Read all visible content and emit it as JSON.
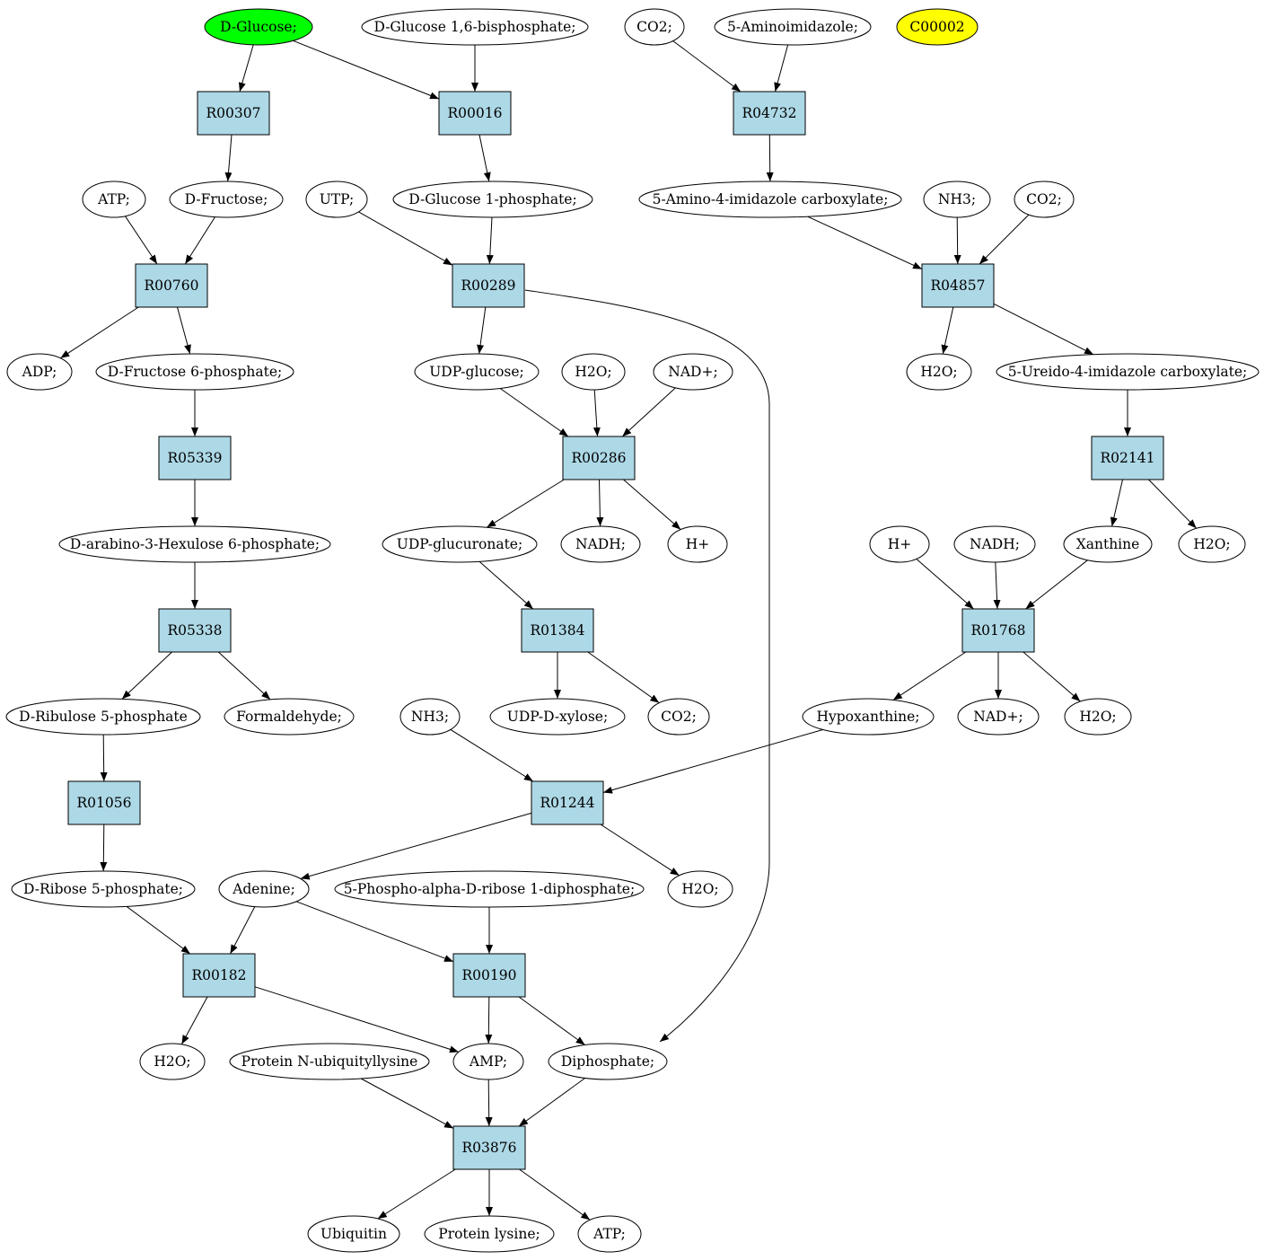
{
  "colors": {
    "reaction_fill": "#add8e6",
    "compound_fill": "#ffffff",
    "highlight_green": "#00ff00",
    "highlight_yellow": "#ffff00",
    "stroke": "#000000"
  },
  "compounds": [
    {
      "id": "c_glucose",
      "label": "D-Glucose;",
      "fill": "green"
    },
    {
      "id": "c_g16bp",
      "label": "D-Glucose 1,6-bisphosphate;"
    },
    {
      "id": "c_co2_top",
      "label": "CO2;"
    },
    {
      "id": "c_aminoimid",
      "label": "5-Aminoimidazole;"
    },
    {
      "id": "c_c00002",
      "label": "C00002",
      "fill": "yellow"
    },
    {
      "id": "c_atp1",
      "label": "ATP;"
    },
    {
      "id": "c_fructose",
      "label": "D-Fructose;"
    },
    {
      "id": "c_utp",
      "label": "UTP;"
    },
    {
      "id": "c_g1p",
      "label": "D-Glucose 1-phosphate;"
    },
    {
      "id": "c_aica",
      "label": "5-Amino-4-imidazole carboxylate;"
    },
    {
      "id": "c_nh3_1",
      "label": "NH3;"
    },
    {
      "id": "c_co2_2",
      "label": "CO2;"
    },
    {
      "id": "c_adp",
      "label": "ADP;"
    },
    {
      "id": "c_f6p",
      "label": "D-Fructose 6-phosphate;"
    },
    {
      "id": "c_udpglc",
      "label": "UDP-glucose;"
    },
    {
      "id": "c_h2o_1",
      "label": "H2O;"
    },
    {
      "id": "c_nad_1",
      "label": "NAD+;"
    },
    {
      "id": "c_h2o_2",
      "label": "H2O;"
    },
    {
      "id": "c_uica",
      "label": "5-Ureido-4-imidazole carboxylate;"
    },
    {
      "id": "c_ah6p",
      "label": "D-arabino-3-Hexulose 6-phosphate;"
    },
    {
      "id": "c_udpgca",
      "label": "UDP-glucuronate;"
    },
    {
      "id": "c_nadh_1",
      "label": "NADH;"
    },
    {
      "id": "c_hplus_1",
      "label": "H+"
    },
    {
      "id": "c_hplus_2",
      "label": "H+"
    },
    {
      "id": "c_nadh_2",
      "label": "NADH;"
    },
    {
      "id": "c_xanthine",
      "label": "Xanthine"
    },
    {
      "id": "c_h2o_3",
      "label": "H2O;"
    },
    {
      "id": "c_ru5p",
      "label": "D-Ribulose 5-phosphate"
    },
    {
      "id": "c_formald",
      "label": "Formaldehyde;"
    },
    {
      "id": "c_nh3_2",
      "label": "NH3;"
    },
    {
      "id": "c_udpxyl",
      "label": "UDP-D-xylose;"
    },
    {
      "id": "c_co2_3",
      "label": "CO2;"
    },
    {
      "id": "c_hypox",
      "label": "Hypoxanthine;"
    },
    {
      "id": "c_nad_2",
      "label": "NAD+;"
    },
    {
      "id": "c_h2o_4",
      "label": "H2O;"
    },
    {
      "id": "c_r5p",
      "label": "D-Ribose 5-phosphate;"
    },
    {
      "id": "c_adenine",
      "label": "Adenine;"
    },
    {
      "id": "c_prpp",
      "label": "5-Phospho-alpha-D-ribose 1-diphosphate;"
    },
    {
      "id": "c_h2o_5",
      "label": "H2O;"
    },
    {
      "id": "c_h2o_6",
      "label": "H2O;"
    },
    {
      "id": "c_protubq",
      "label": "Protein N-ubiquityllysine"
    },
    {
      "id": "c_amp",
      "label": "AMP;"
    },
    {
      "id": "c_ppi",
      "label": "Diphosphate;"
    },
    {
      "id": "c_ubiquitin",
      "label": "Ubiquitin"
    },
    {
      "id": "c_protlys",
      "label": "Protein lysine;"
    },
    {
      "id": "c_atp2",
      "label": "ATP;"
    }
  ],
  "reactions": [
    {
      "id": "r_R00307",
      "label": "R00307"
    },
    {
      "id": "r_R00016",
      "label": "R00016"
    },
    {
      "id": "r_R04732",
      "label": "R04732"
    },
    {
      "id": "r_R00760",
      "label": "R00760"
    },
    {
      "id": "r_R00289",
      "label": "R00289"
    },
    {
      "id": "r_R04857",
      "label": "R04857"
    },
    {
      "id": "r_R05339",
      "label": "R05339"
    },
    {
      "id": "r_R00286",
      "label": "R00286"
    },
    {
      "id": "r_R02141",
      "label": "R02141"
    },
    {
      "id": "r_R05338",
      "label": "R05338"
    },
    {
      "id": "r_R01384",
      "label": "R01384"
    },
    {
      "id": "r_R01768",
      "label": "R01768"
    },
    {
      "id": "r_R01056",
      "label": "R01056"
    },
    {
      "id": "r_R01244",
      "label": "R01244"
    },
    {
      "id": "r_R00182",
      "label": "R00182"
    },
    {
      "id": "r_R00190",
      "label": "R00190"
    },
    {
      "id": "r_R03876",
      "label": "R03876"
    }
  ],
  "edges": [
    [
      "c_glucose",
      "r_R00307"
    ],
    [
      "c_glucose",
      "r_R00016"
    ],
    [
      "c_g16bp",
      "r_R00016"
    ],
    [
      "c_co2_top",
      "r_R04732"
    ],
    [
      "c_aminoimid",
      "r_R04732"
    ],
    [
      "r_R00307",
      "c_fructose"
    ],
    [
      "r_R00016",
      "c_g1p"
    ],
    [
      "r_R04732",
      "c_aica"
    ],
    [
      "c_atp1",
      "r_R00760"
    ],
    [
      "c_fructose",
      "r_R00760"
    ],
    [
      "c_utp",
      "r_R00289"
    ],
    [
      "c_g1p",
      "r_R00289"
    ],
    [
      "c_aica",
      "r_R04857"
    ],
    [
      "c_nh3_1",
      "r_R04857"
    ],
    [
      "c_co2_2",
      "r_R04857"
    ],
    [
      "r_R00760",
      "c_adp"
    ],
    [
      "r_R00760",
      "c_f6p"
    ],
    [
      "r_R00289",
      "c_udpglc"
    ],
    [
      "r_R00289",
      "c_ppi"
    ],
    [
      "r_R04857",
      "c_h2o_2"
    ],
    [
      "r_R04857",
      "c_uica"
    ],
    [
      "c_f6p",
      "r_R05339"
    ],
    [
      "c_udpglc",
      "r_R00286"
    ],
    [
      "c_h2o_1",
      "r_R00286"
    ],
    [
      "c_nad_1",
      "r_R00286"
    ],
    [
      "c_uica",
      "r_R02141"
    ],
    [
      "r_R05339",
      "c_ah6p"
    ],
    [
      "r_R00286",
      "c_udpgca"
    ],
    [
      "r_R00286",
      "c_nadh_1"
    ],
    [
      "r_R00286",
      "c_hplus_1"
    ],
    [
      "r_R02141",
      "c_xanthine"
    ],
    [
      "r_R02141",
      "c_h2o_3"
    ],
    [
      "c_ah6p",
      "r_R05338"
    ],
    [
      "c_udpgca",
      "r_R01384"
    ],
    [
      "c_hplus_2",
      "r_R01768"
    ],
    [
      "c_nadh_2",
      "r_R01768"
    ],
    [
      "c_xanthine",
      "r_R01768"
    ],
    [
      "r_R05338",
      "c_ru5p"
    ],
    [
      "r_R05338",
      "c_formald"
    ],
    [
      "r_R01384",
      "c_udpxyl"
    ],
    [
      "r_R01384",
      "c_co2_3"
    ],
    [
      "r_R01768",
      "c_hypox"
    ],
    [
      "r_R01768",
      "c_nad_2"
    ],
    [
      "r_R01768",
      "c_h2o_4"
    ],
    [
      "c_ru5p",
      "r_R01056"
    ],
    [
      "c_nh3_2",
      "r_R01244"
    ],
    [
      "c_hypox",
      "r_R01244"
    ],
    [
      "r_R01056",
      "c_r5p"
    ],
    [
      "r_R01244",
      "c_adenine"
    ],
    [
      "r_R01244",
      "c_h2o_5"
    ],
    [
      "c_r5p",
      "r_R00182"
    ],
    [
      "c_adenine",
      "r_R00182"
    ],
    [
      "c_adenine",
      "r_R00190"
    ],
    [
      "c_prpp",
      "r_R00190"
    ],
    [
      "r_R00182",
      "c_h2o_6"
    ],
    [
      "r_R00182",
      "c_amp"
    ],
    [
      "r_R00190",
      "c_amp"
    ],
    [
      "r_R00190",
      "c_ppi"
    ],
    [
      "c_protubq",
      "r_R03876"
    ],
    [
      "c_amp",
      "r_R03876"
    ],
    [
      "c_ppi",
      "r_R03876"
    ],
    [
      "r_R03876",
      "c_ubiquitin"
    ],
    [
      "r_R03876",
      "c_protlys"
    ],
    [
      "r_R03876",
      "c_atp2"
    ]
  ]
}
